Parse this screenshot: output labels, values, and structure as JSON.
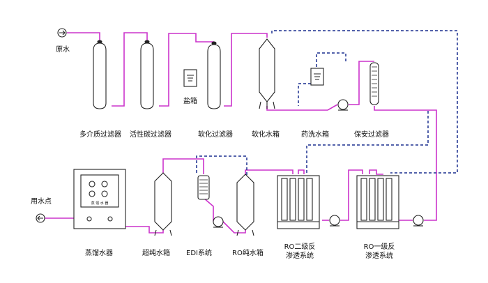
{
  "labels": {
    "raw_water": "原水",
    "multimedia_filter": "多介质过滤器",
    "carbon_filter": "活性碳过滤器",
    "softener_filter": "软化过滤器",
    "salt_tank": "盐箱",
    "soft_water_tank": "软化水箱",
    "chemical_wash_tank": "药洗水箱",
    "security_filter": "保安过滤器",
    "use_point": "用水点",
    "distiller": "蒸馏水器",
    "ultrapure_tank": "超纯水箱",
    "edi_system": "EDI系统",
    "ro_pure_tank": "RO纯水箱",
    "ro_stage2_line1": "RO二级反",
    "ro_stage2_line2": "渗透系统",
    "ro_stage1_line1": "RO一级反",
    "ro_stage1_line2": "渗透系统",
    "distiller_panel_text": "蒸 馏 水 器"
  },
  "colors": {
    "main_pipe": "#cc33cc",
    "return_pipe": "#1a2f8f",
    "equipment_stroke": "#222222"
  }
}
